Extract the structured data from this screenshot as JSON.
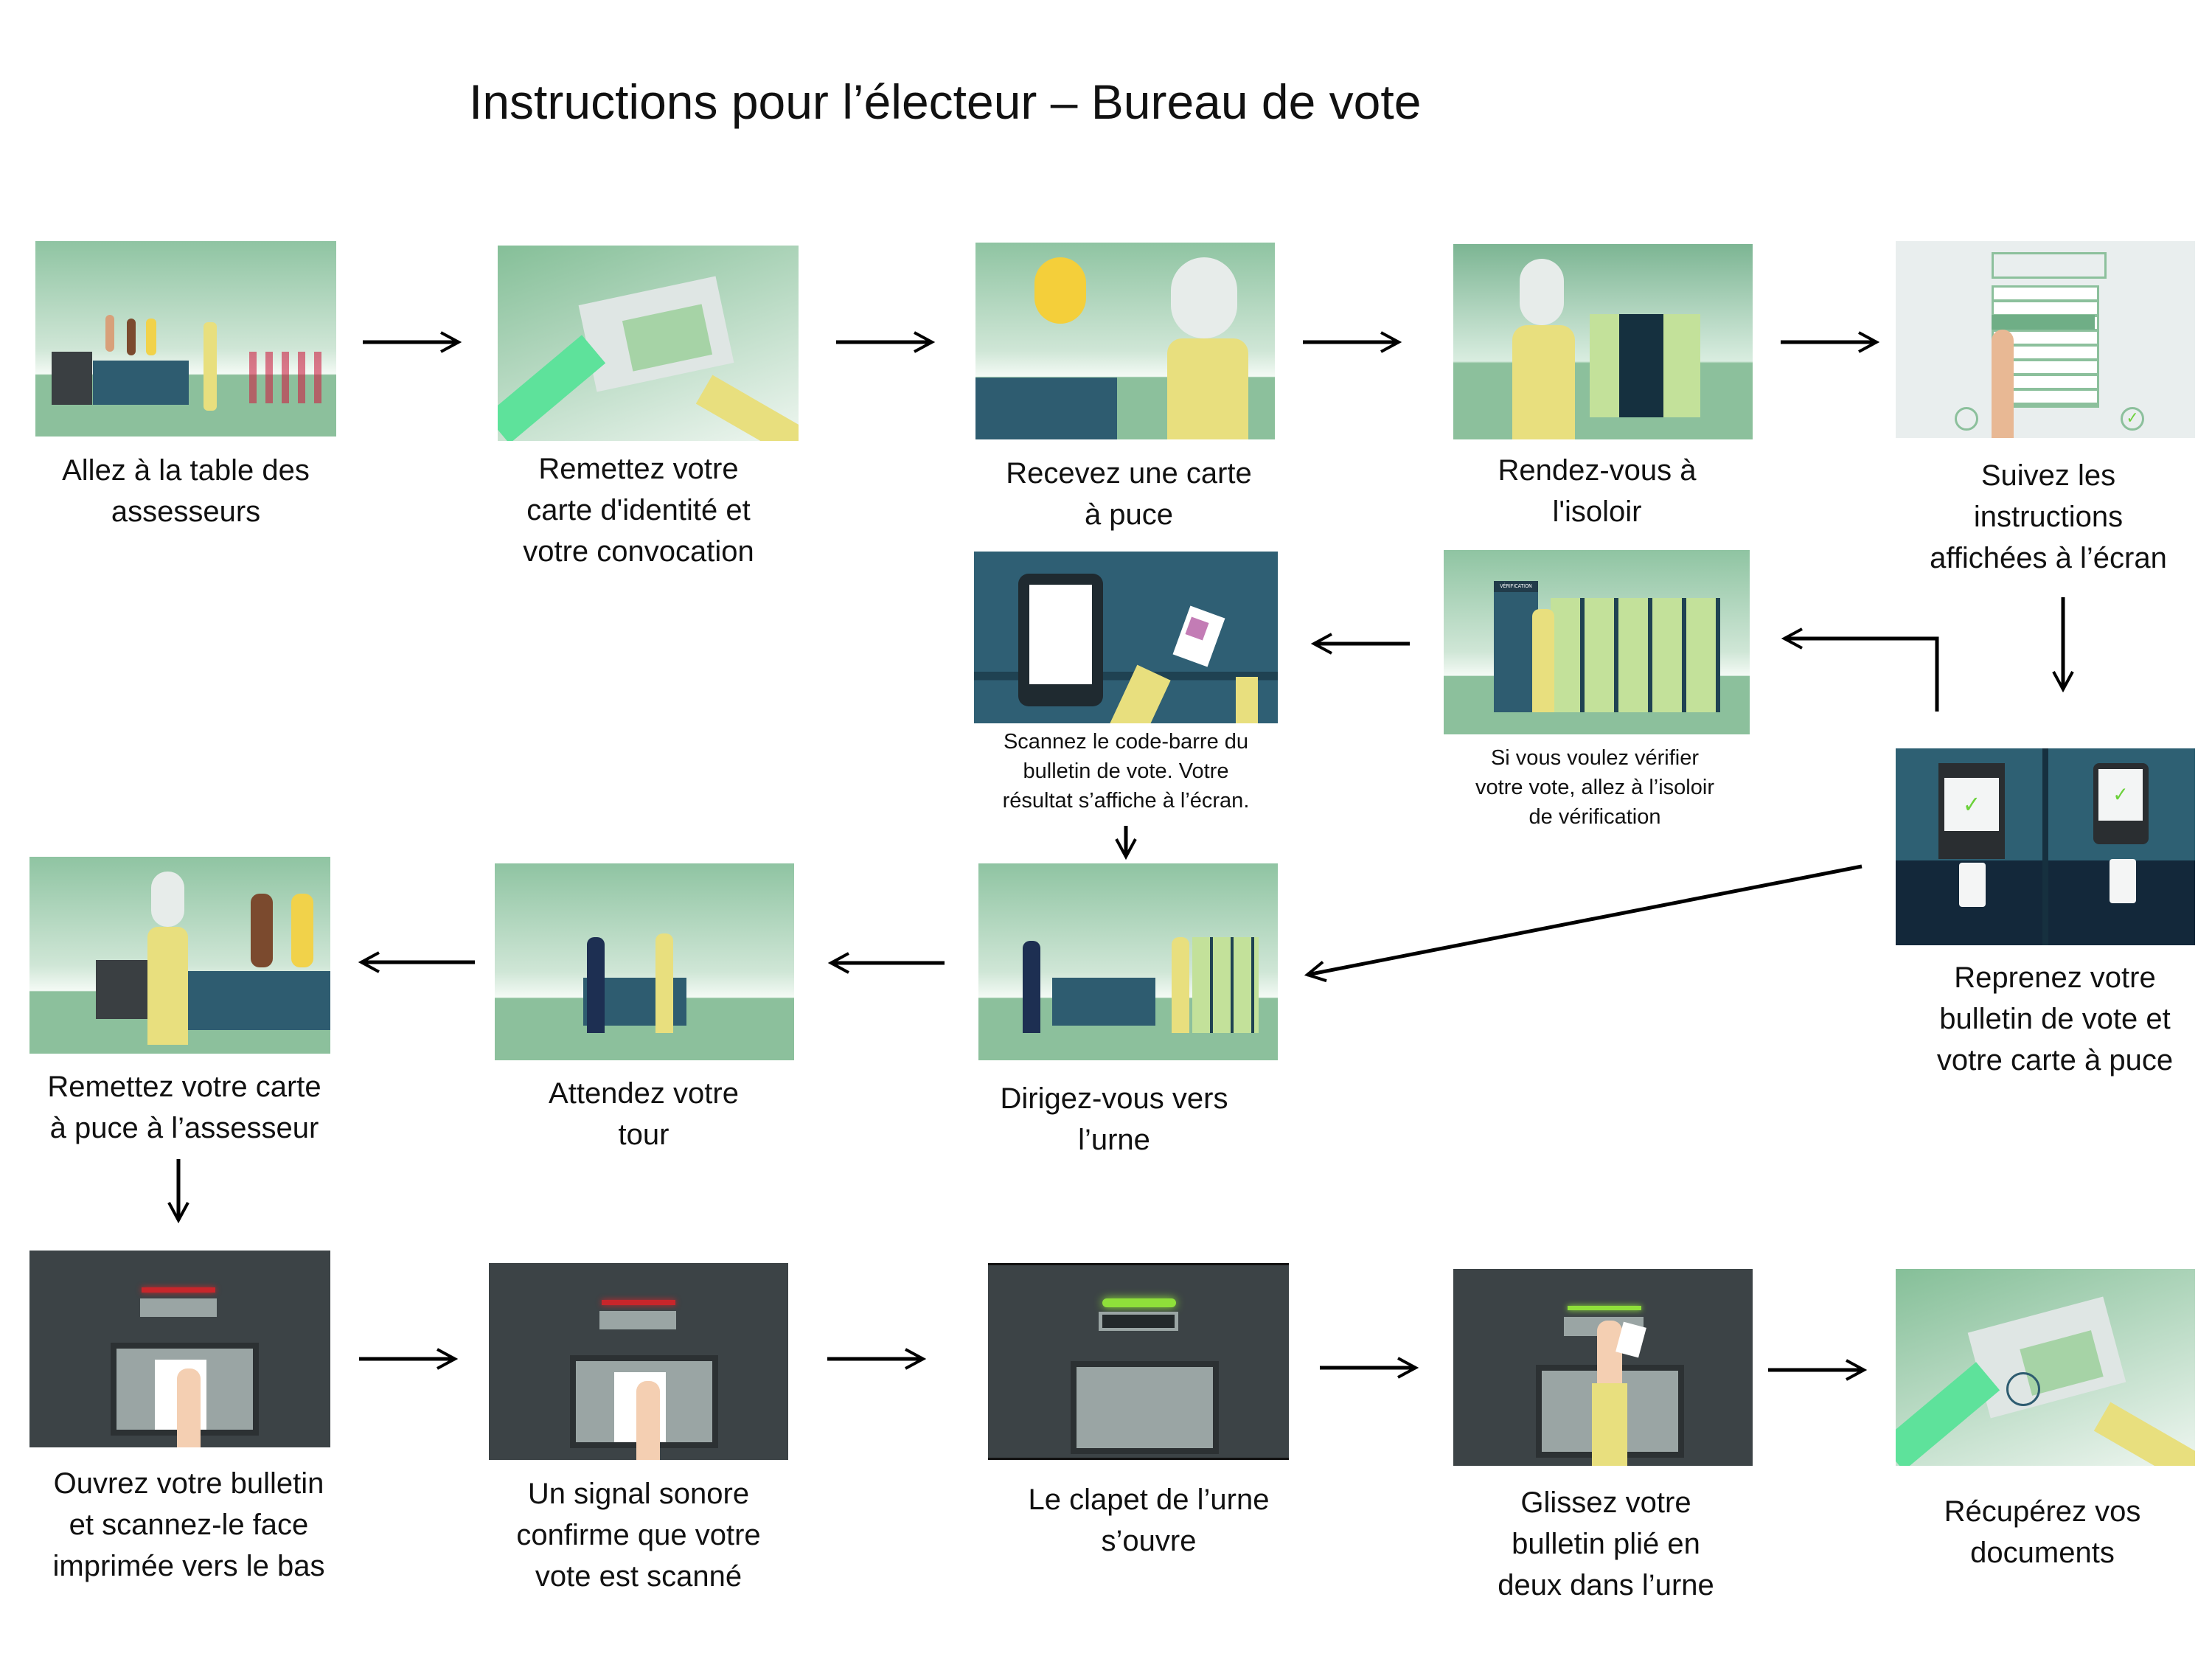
{
  "title": "Instructions pour l’électeur – Bureau de vote",
  "steps": [
    {
      "id": "allez-table",
      "caption": "Allez à la table des\nassesseurs",
      "illustration": "assessors-table-queue"
    },
    {
      "id": "remettez-identite",
      "caption": "Remettez votre\ncarte d'identité et\nvotre convocation",
      "illustration": "hands-exchanging-id-card"
    },
    {
      "id": "recevez-carte",
      "caption": "Recevez une carte\nà puce",
      "illustration": "receiving-smart-card"
    },
    {
      "id": "rendez-vous-isoloir",
      "caption": "Rendez-vous à\nl'isoloir",
      "illustration": "voter-at-booth"
    },
    {
      "id": "suivez-instructions",
      "caption": "Suivez les\ninstructions\naffichées à l’écran",
      "illustration": "touchscreen-ballot"
    },
    {
      "id": "reprenez-bulletin",
      "caption": "Reprenez votre\nbulletin de vote et\nvotre carte à puce",
      "illustration": "voting-machine-card-return"
    },
    {
      "id": "verification-isoloir",
      "caption": "Si vous voulez vérifier\nvotre vote, allez à l’isoloir\nde vérification",
      "illustration": "verification-booth",
      "booth_label": "VÉRIFICATION"
    },
    {
      "id": "scannez-code",
      "caption": "Scannez le code-barre du\nbulletin de vote. Votre\nrésultat s’affiche à l’écran.",
      "illustration": "tablet-barcode-scan"
    },
    {
      "id": "dirigez-urne",
      "caption": "Dirigez-vous vers\nl’urne",
      "illustration": "walk-to-ballot-box"
    },
    {
      "id": "attendez-tour",
      "caption": "Attendez votre\ntour",
      "illustration": "waiting-in-line"
    },
    {
      "id": "remettez-carte-puce",
      "caption": "Remettez votre carte\nà puce à l’assesseur",
      "illustration": "return-smart-card"
    },
    {
      "id": "ouvrez-bulletin",
      "caption": "Ouvrez votre bulletin\net scannez-le face\nimprimée vers le bas",
      "illustration": "scanner-red-light"
    },
    {
      "id": "signal-sonore",
      "caption": "Un signal sonore\nconfirme que votre\nvote est scanné",
      "illustration": "scanner-red-light-2"
    },
    {
      "id": "clapet-ouvre",
      "caption": "Le clapet de l’urne\ns’ouvre",
      "illustration": "scanner-green-light"
    },
    {
      "id": "glissez-bulletin",
      "caption": "Glissez votre\nbulletin plié en\ndeux dans l’urne",
      "illustration": "insert-folded-ballot"
    },
    {
      "id": "recuperez-documents",
      "caption": "Récupérez vos\ndocuments",
      "illustration": "hands-returning-documents"
    }
  ],
  "colors": {
    "scene_green": "#8cc09c",
    "scene_dark": "#3c4346",
    "scene_teal": "#2f5f74",
    "accent_yellow": "#e8df7e",
    "led_red": "#c8262b",
    "led_green": "#8fe03a"
  }
}
